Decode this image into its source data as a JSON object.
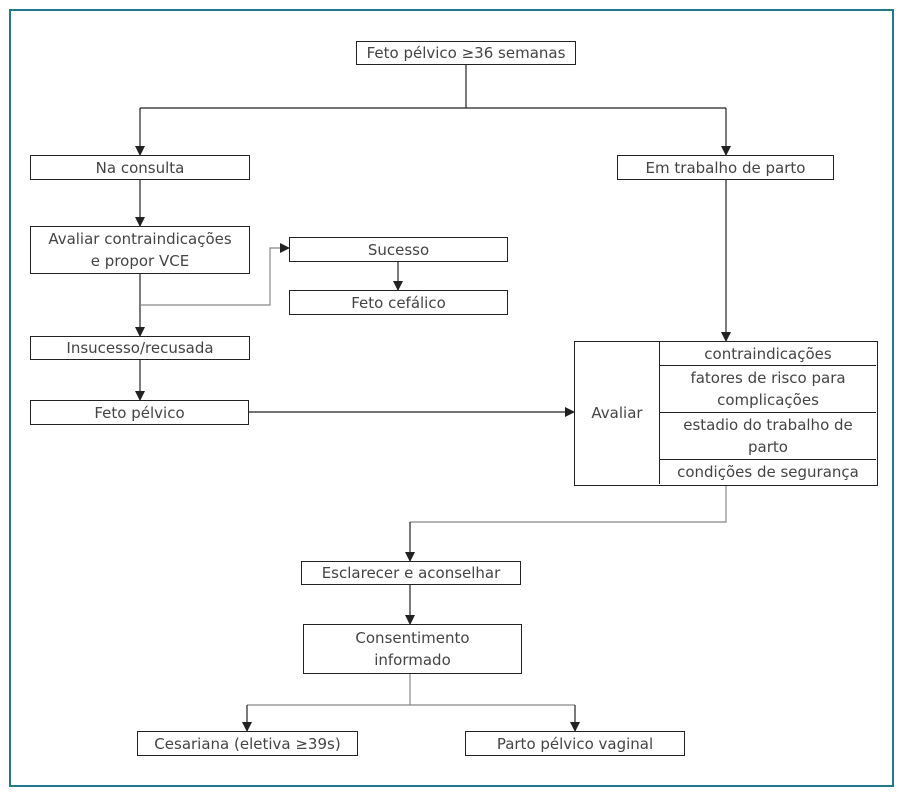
{
  "nodes": {
    "root": "Feto pélvico ≥36 semanas",
    "consulta": "Na consulta",
    "trabalho": "Em trabalho de parto",
    "avaliar_vce": "Avaliar contraindicações\ne propor VCE",
    "sucesso": "Sucesso",
    "cefalico": "Feto cefálico",
    "insucesso": "Insucesso/recusada",
    "pelvico": "Feto pélvico",
    "avaliar": "Avaliar",
    "contraindicacoes": "contraindicações",
    "fatores": "fatores de risco para\ncomplicações",
    "estadio": "estadio do trabalho de\nparto",
    "condicoes": "condições de segurança",
    "esclarecer": "Esclarecer e aconselhar",
    "consentimento": "Consentimento\ninformado",
    "cesariana": "Cesariana (eletiva ≥39s)",
    "vaginal": "Parto pélvico vaginal"
  }
}
